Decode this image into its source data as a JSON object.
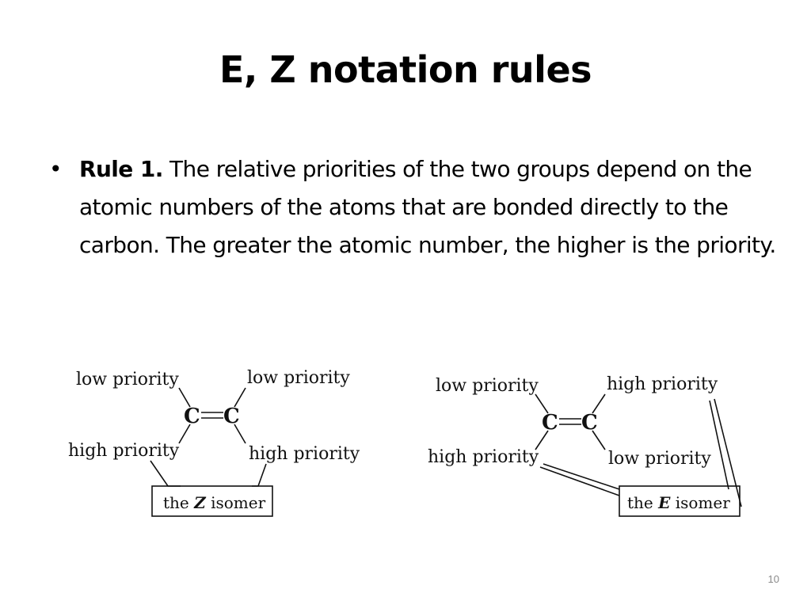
{
  "slide": {
    "title": "E, Z notation rules",
    "bullet": {
      "marker": "•",
      "lead": "Rule 1.",
      "text": " The relative priorities of the two groups depend on the atomic numbers of the atoms that are bonded directly to the carbon. The greater the atomic number, the higher is the priority."
    },
    "page_number": "10"
  },
  "diagram_z": {
    "top_left": "low priority",
    "top_right": "low priority",
    "bottom_left": "high priority",
    "bottom_right": "high priority",
    "atom_left": "C",
    "atom_right": "C",
    "caption_pre": "the ",
    "caption_letter": "Z",
    "caption_post": " isomer"
  },
  "diagram_e": {
    "top_left": "low priority",
    "top_right": "high priority",
    "bottom_left": "high priority",
    "bottom_right": "low priority",
    "atom_left": "C",
    "atom_right": "C",
    "caption_pre": "the ",
    "caption_letter": "E",
    "caption_post": " isomer"
  }
}
